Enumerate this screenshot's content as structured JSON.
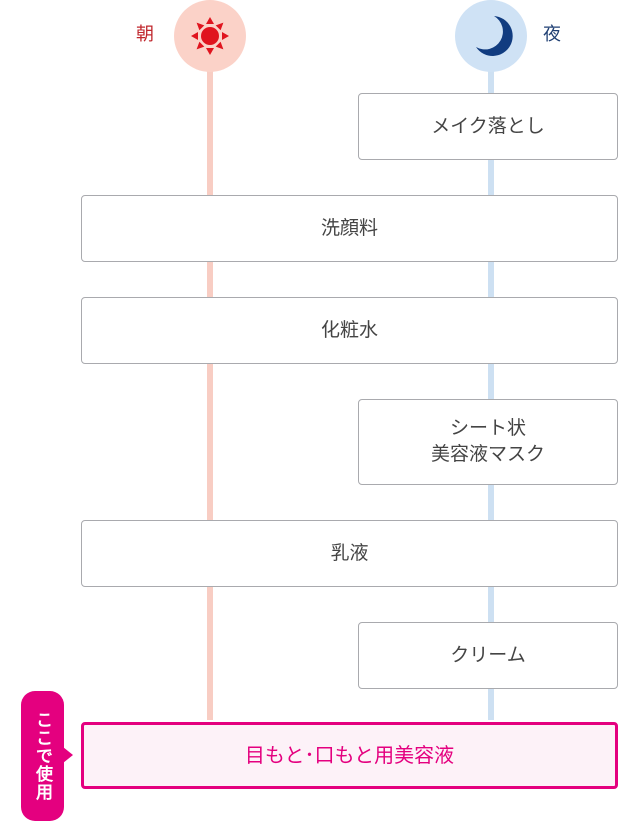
{
  "columns": {
    "morning": {
      "label": "朝",
      "icon": "sun-icon",
      "color": "#c0272d"
    },
    "night": {
      "label": "夜",
      "icon": "moon-icon",
      "color": "#1f3f73"
    }
  },
  "steps": {
    "makeup_remover": {
      "label": "メイク落とし",
      "applies": "night"
    },
    "face_wash": {
      "label": "洗顔料",
      "applies": "both"
    },
    "lotion": {
      "label": "化粧水",
      "applies": "both"
    },
    "sheet_mask_line1": {
      "label": "シート状",
      "applies": "night"
    },
    "sheet_mask_line2": {
      "label": "美容液マスク",
      "applies": "night"
    },
    "milk": {
      "label": "乳液",
      "applies": "both"
    },
    "cream": {
      "label": "クリーム",
      "applies": "night"
    },
    "eye_mouth_serum": {
      "label": "目もと･口もと用美容液",
      "applies": "both"
    }
  },
  "badge": {
    "label": "ここで使用"
  },
  "colors": {
    "highlight": "#e4007f",
    "morning_line": "#f8cdc3",
    "night_line": "#cde0f2",
    "box_border": "#a9aaae"
  }
}
